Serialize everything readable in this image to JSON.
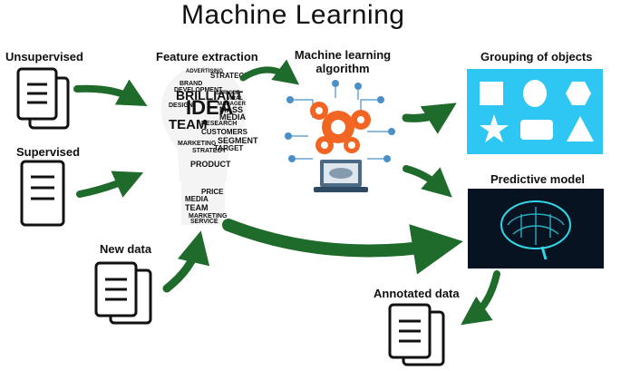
{
  "title": "Machine Learning",
  "labels": {
    "unsupervised": "Unsupervised",
    "supervised": "Supervised",
    "new_data": "New data",
    "feature_extraction": "Feature extraction",
    "ml_algorithm_line1": "Machine learning",
    "ml_algorithm_line2": "algorithm",
    "grouping": "Grouping of objects",
    "predictive_model": "Predictive model",
    "annotated_data": "Annotated data"
  },
  "bulb_words": [
    "ADVERTISING",
    "STRATEGY",
    "BRAND",
    "DEVELOPMENT",
    "BRILLIANT",
    "SERVICE",
    "VIRAL",
    "MANAGER",
    "DESIGN",
    "IDEA",
    "MASS",
    "MEDIA",
    "TEAM",
    "RESEARCH",
    "CUSTOMERS",
    "SEGMENT",
    "TARGET",
    "MARKETING",
    "STRATEGY",
    "PRODUCT",
    "PRICE",
    "MEDIA",
    "TEAM",
    "MARKETING",
    "SERVICE"
  ],
  "colors": {
    "arrow": "#1f6b2c",
    "grouping_bg": "#2ec6f2",
    "laptop": "#4a6a86",
    "gear": "#f26522",
    "brain_bg": "#071320",
    "brain": "#2fd6e8"
  },
  "icons": {
    "document": "stacked-document-icon",
    "shapes": [
      "square",
      "ellipse",
      "hexagon",
      "star",
      "rounded-rectangle",
      "triangle"
    ]
  }
}
